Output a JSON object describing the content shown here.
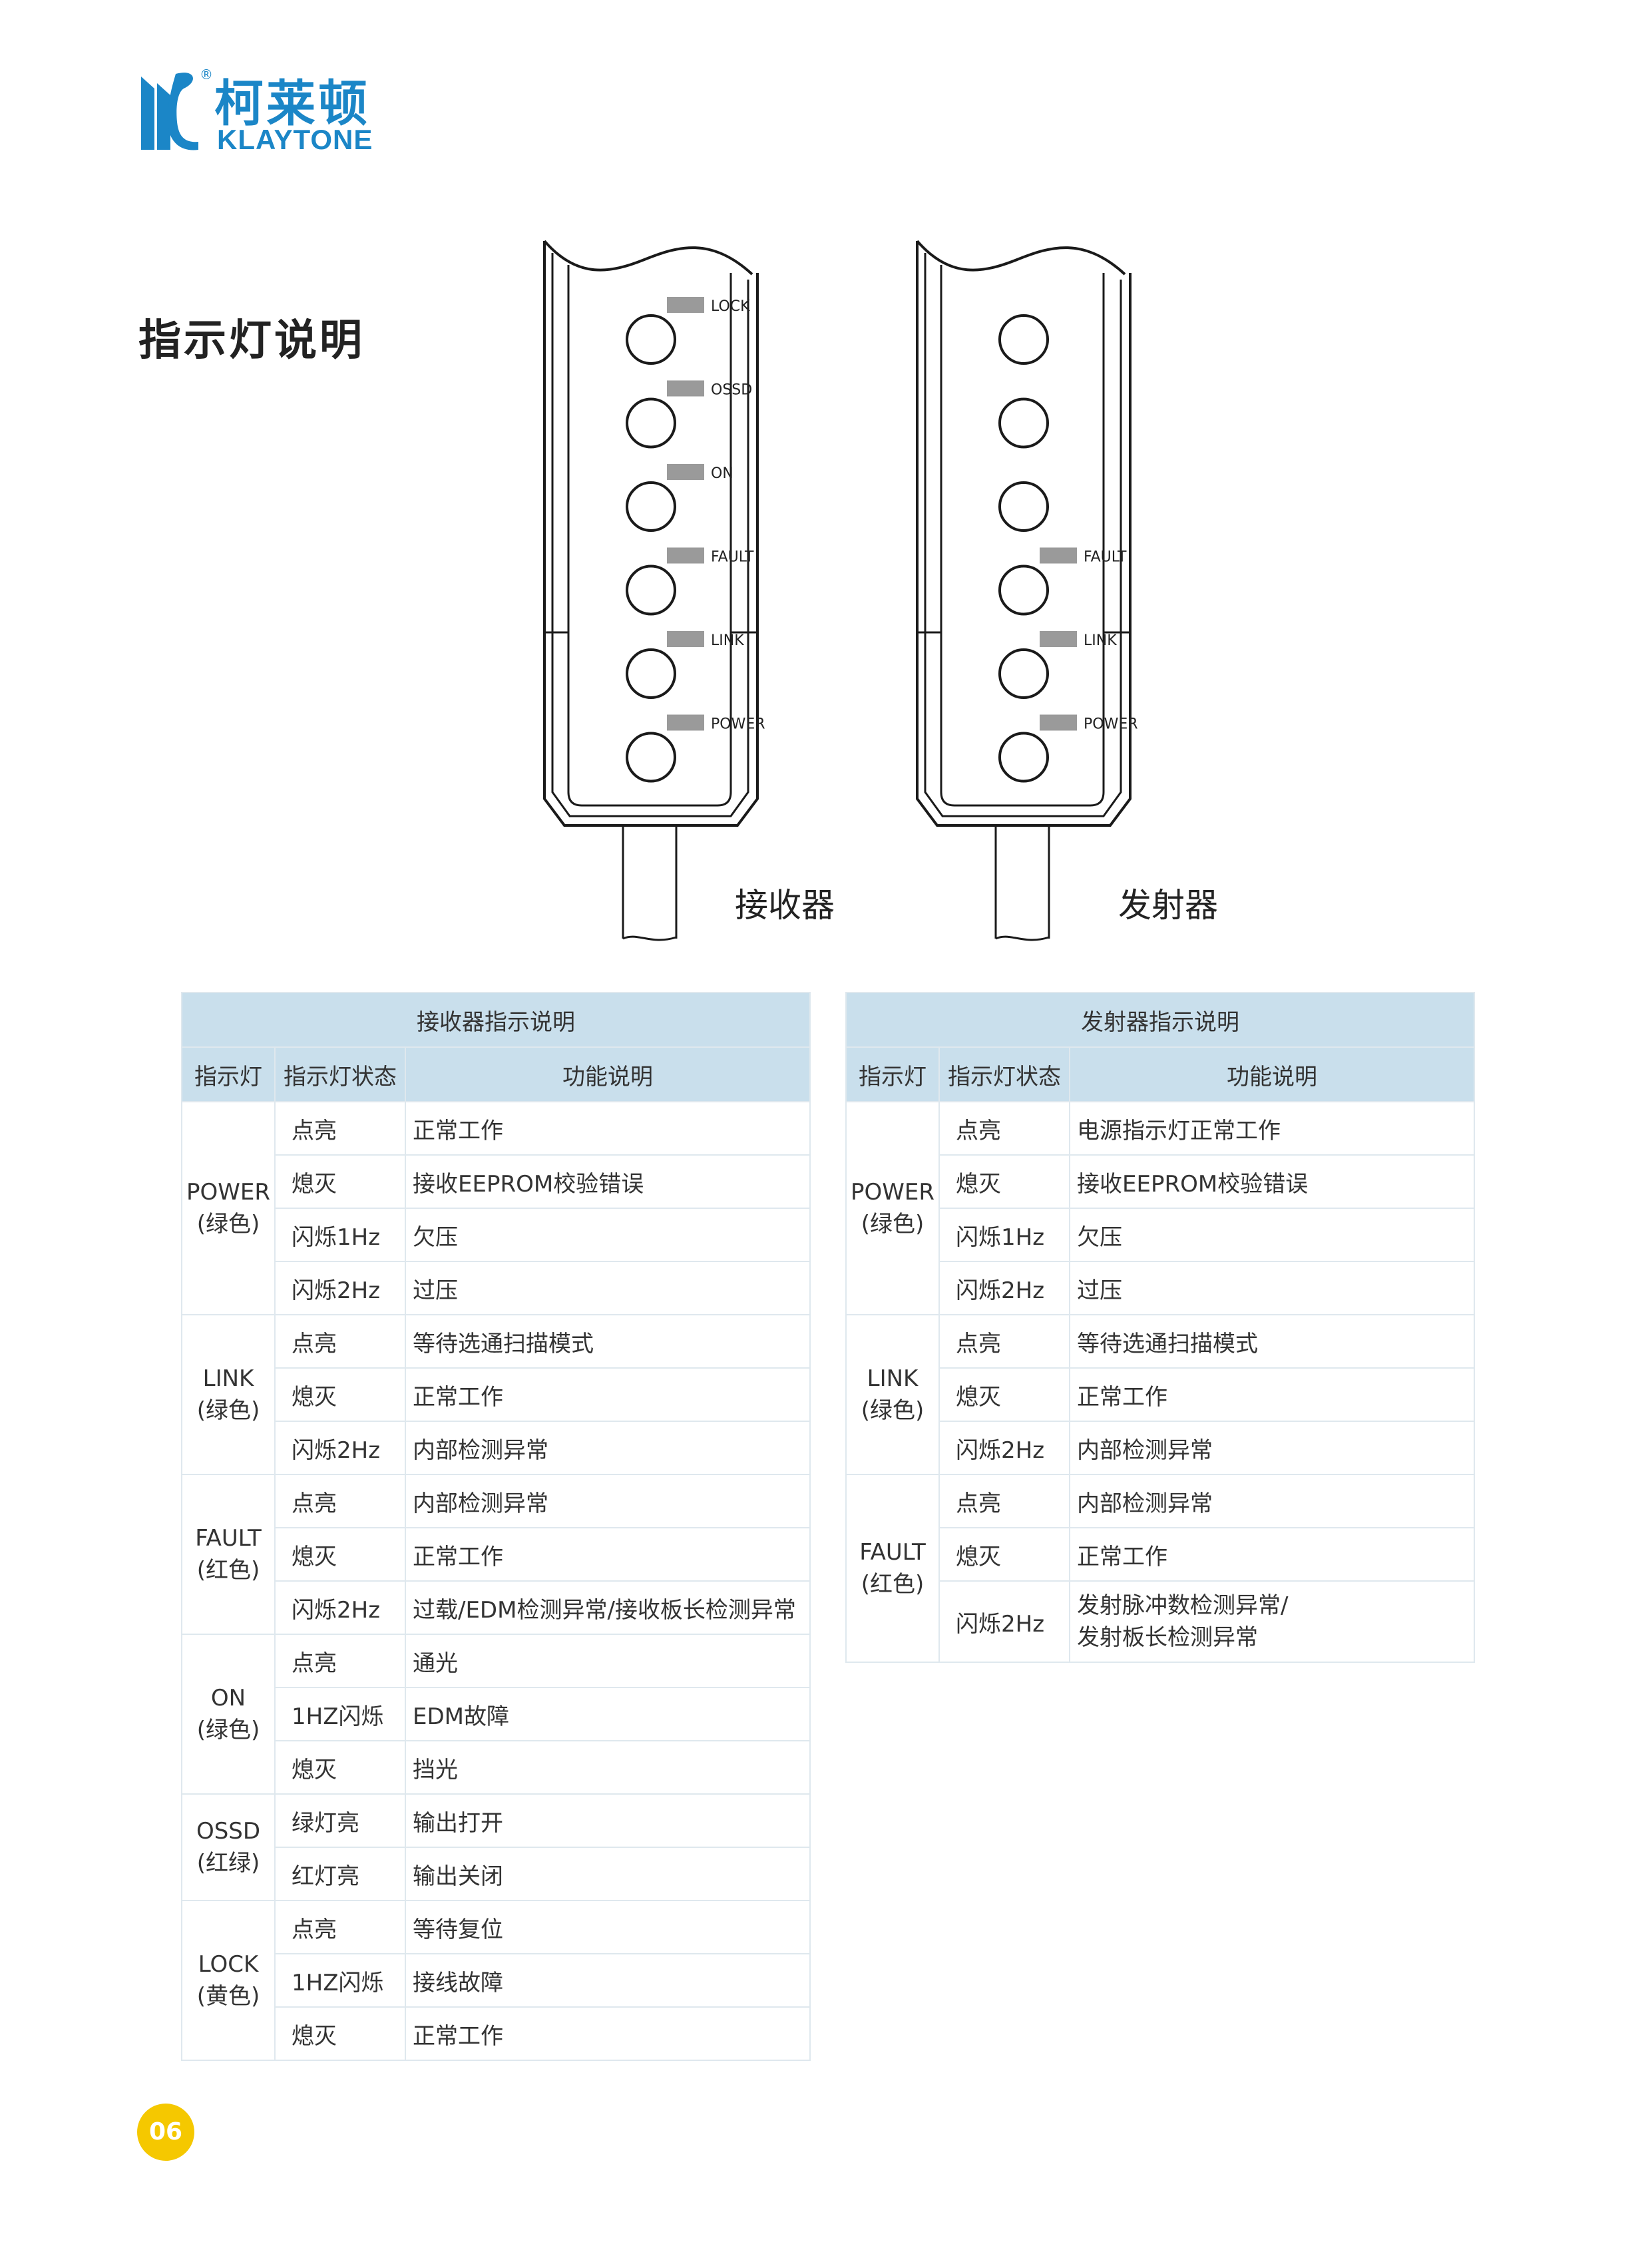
{
  "brand": {
    "name_cn": "柯莱顿",
    "name_en": "KLAYTONE",
    "reg": "®"
  },
  "section_title": "指示灯说明",
  "device": {
    "receiver_labels": [
      "LOCK",
      "OSSD",
      "ON",
      "FAULT",
      "LINK",
      "POWER"
    ],
    "transmitter_labels": [
      "FAULT",
      "LINK",
      "POWER"
    ],
    "receiver_caption": "接收器",
    "transmitter_caption": "发射器"
  },
  "receiver_table": {
    "title": "接收器指示说明",
    "headers": [
      "指示灯",
      "指示灯状态",
      "功能说明"
    ],
    "groups": [
      {
        "ind": "POWER",
        "color": "(绿色)",
        "rows": [
          [
            "点亮",
            "正常工作"
          ],
          [
            "熄灭",
            "接收EEPROM校验错误"
          ],
          [
            "闪烁1Hz",
            "欠压"
          ],
          [
            "闪烁2Hz",
            "过压"
          ]
        ]
      },
      {
        "ind": "LINK",
        "color": "(绿色)",
        "rows": [
          [
            "点亮",
            "等待选通扫描模式"
          ],
          [
            "熄灭",
            "正常工作"
          ],
          [
            "闪烁2Hz",
            "内部检测异常"
          ]
        ]
      },
      {
        "ind": "FAULT",
        "color": "(红色)",
        "rows": [
          [
            "点亮",
            "内部检测异常"
          ],
          [
            "熄灭",
            "正常工作"
          ],
          [
            "闪烁2Hz",
            "过载/EDM检测异常/接收板长检测异常"
          ]
        ]
      },
      {
        "ind": "ON",
        "color": "(绿色)",
        "rows": [
          [
            "点亮",
            "通光"
          ],
          [
            "1HZ闪烁",
            "EDM故障"
          ],
          [
            "熄灭",
            "挡光"
          ]
        ]
      },
      {
        "ind": "OSSD",
        "color": "(红绿)",
        "rows": [
          [
            "绿灯亮",
            "输出打开"
          ],
          [
            "红灯亮",
            "输出关闭"
          ]
        ]
      },
      {
        "ind": "LOCK",
        "color": "(黄色)",
        "rows": [
          [
            "点亮",
            "等待复位"
          ],
          [
            "1HZ闪烁",
            "接线故障"
          ],
          [
            "熄灭",
            "正常工作"
          ]
        ]
      }
    ]
  },
  "transmitter_table": {
    "title": "发射器指示说明",
    "headers": [
      "指示灯",
      "指示灯状态",
      "功能说明"
    ],
    "groups": [
      {
        "ind": "POWER",
        "color": "(绿色)",
        "rows": [
          [
            "点亮",
            "电源指示灯正常工作"
          ],
          [
            "熄灭",
            "接收EEPROM校验错误"
          ],
          [
            "闪烁1Hz",
            "欠压"
          ],
          [
            "闪烁2Hz",
            "过压"
          ]
        ]
      },
      {
        "ind": "LINK",
        "color": "(绿色)",
        "rows": [
          [
            "点亮",
            "等待选通扫描模式"
          ],
          [
            "熄灭",
            "正常工作"
          ],
          [
            "闪烁2Hz",
            "内部检测异常"
          ]
        ]
      },
      {
        "ind": "FAULT",
        "color": "(红色)",
        "rows": [
          [
            "点亮",
            "内部检测异常"
          ],
          [
            "熄灭",
            "正常工作"
          ],
          [
            "闪烁2Hz",
            "发射脉冲数检测异常/\n发射板长检测异常"
          ]
        ]
      }
    ]
  },
  "page_number": "06",
  "colors": {
    "brand_blue": "#1b86c7",
    "table_head": "#c9dfec",
    "page_badge": "#f5c800"
  }
}
